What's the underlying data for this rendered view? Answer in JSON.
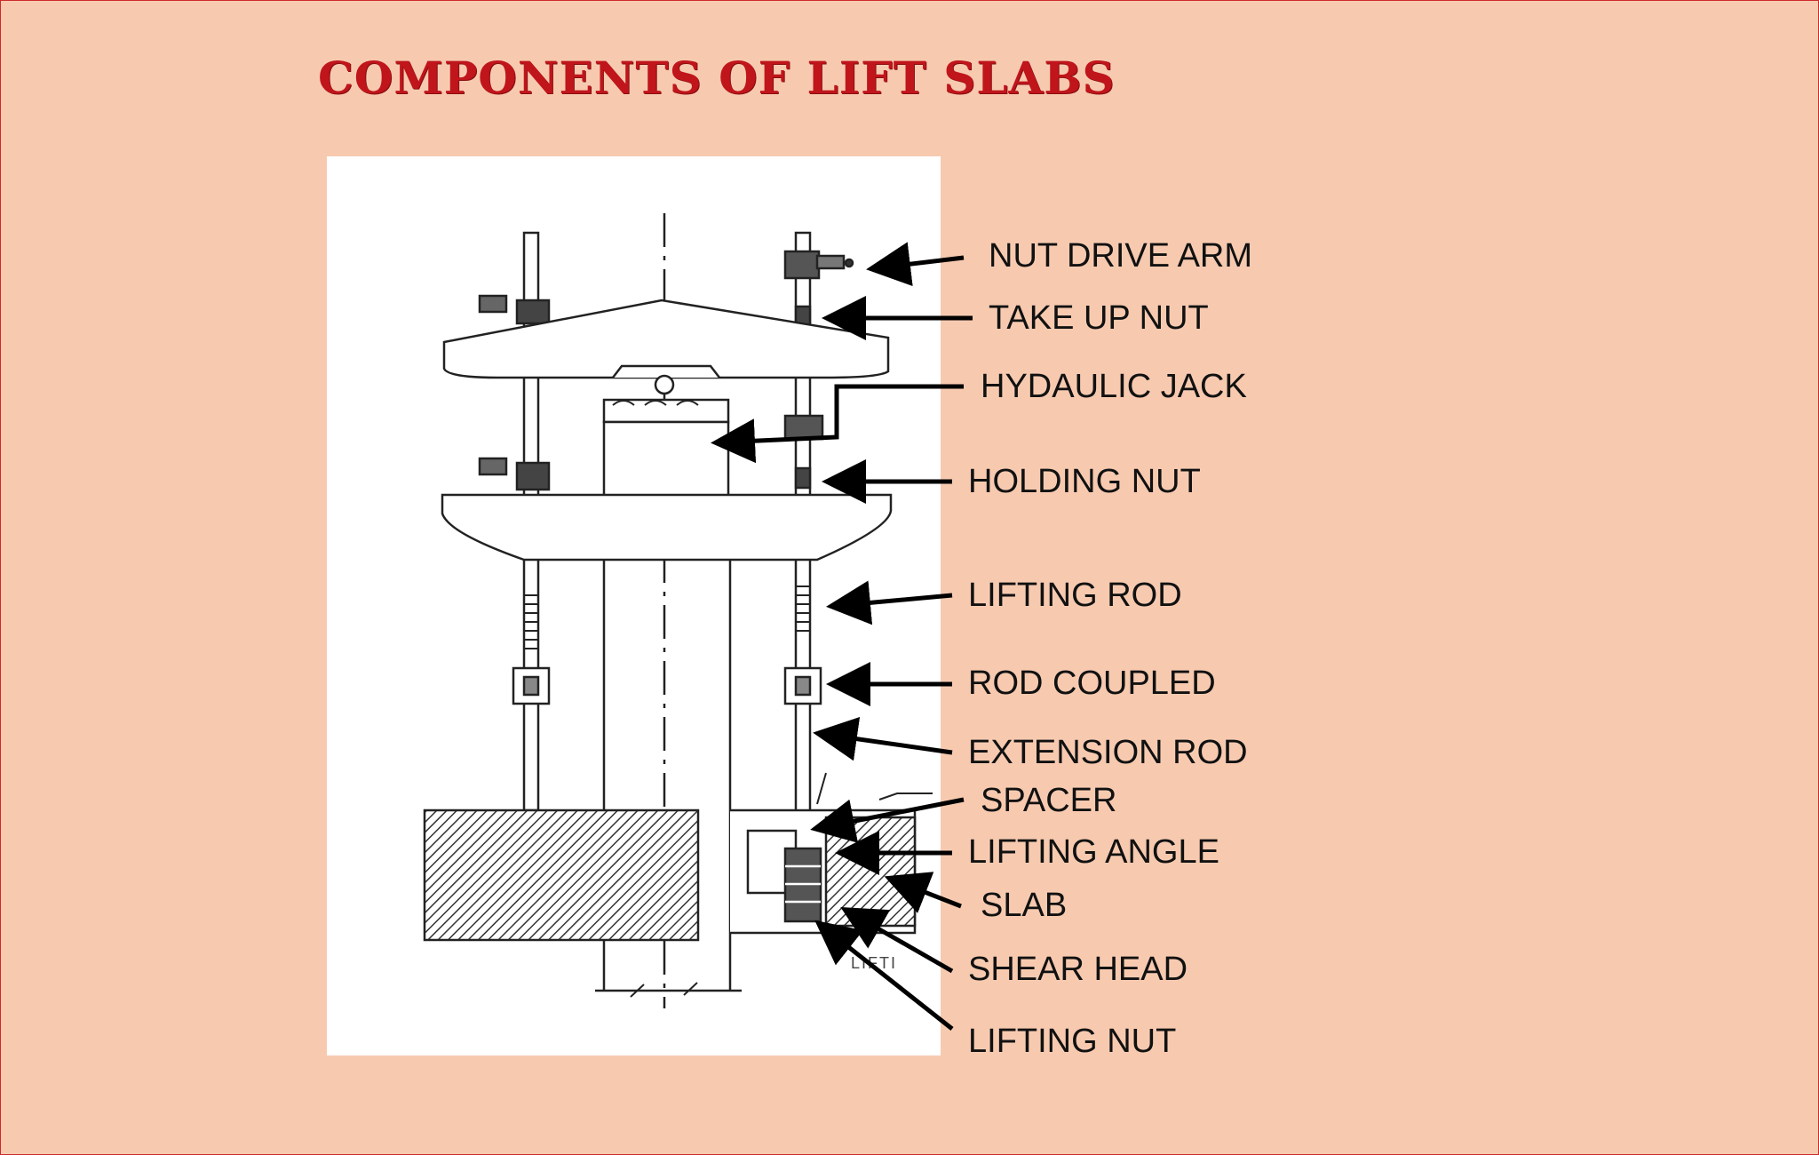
{
  "title": "COMPONENTS OF LIFT SLABS",
  "figure": {
    "callouts": [
      {
        "id": "nut-drive-arm",
        "label": "NUT DRIVE ARM"
      },
      {
        "id": "take-up-nut",
        "label": "TAKE UP NUT"
      },
      {
        "id": "hydraulic-jack",
        "label": "HYDAULIC JACK"
      },
      {
        "id": "holding-nut",
        "label": "HOLDING NUT"
      },
      {
        "id": "lifting-rod",
        "label": "LIFTING ROD"
      },
      {
        "id": "rod-coupled",
        "label": "ROD COUPLED"
      },
      {
        "id": "extension-rod",
        "label": "EXTENSION ROD"
      },
      {
        "id": "spacer",
        "label": "SPACER"
      },
      {
        "id": "lifting-angle",
        "label": "LIFTING ANGLE"
      },
      {
        "id": "slab",
        "label": "SLAB"
      },
      {
        "id": "shear-head",
        "label": "SHEAR HEAD"
      },
      {
        "id": "lifting-nut",
        "label": "LIFTING NUT"
      }
    ],
    "drawing_fragment_text": "LIFTI"
  },
  "colors": {
    "background": "#f7cab0",
    "title": "#c0151b",
    "border": "#cc2a2a",
    "ink": "#111111"
  }
}
